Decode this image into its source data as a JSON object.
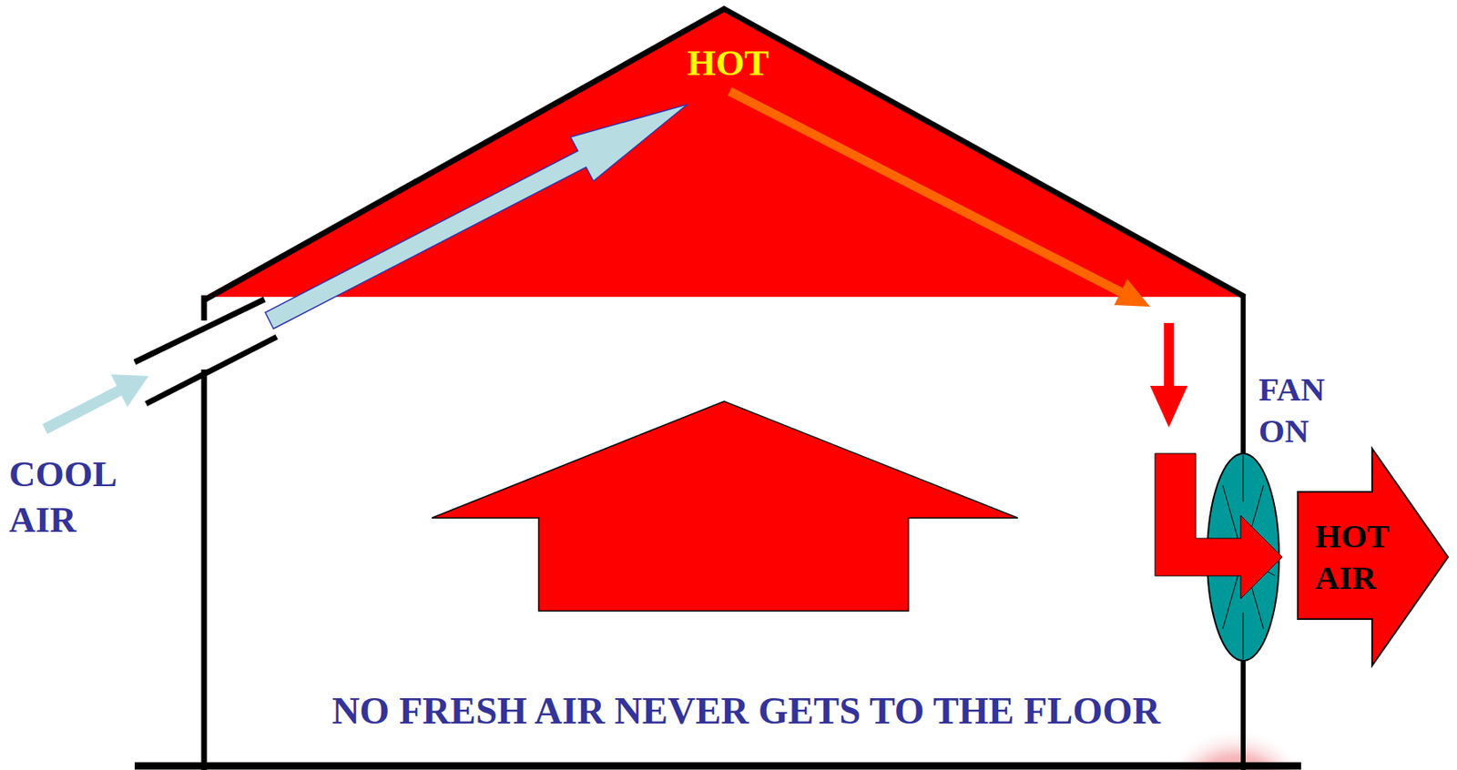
{
  "diagram": {
    "nodes": [
      {
        "text": [
          "HOT"
        ]
      },
      {
        "text": [
          "FAN ON"
        ]
      },
      {
        "text": [
          "HOT AIR"
        ]
      }
    ],
    "labels": [
      "COOL AIR",
      "NO FRESH AIR NEVER GETS TO THE FLOOR"
    ]
  }
}
